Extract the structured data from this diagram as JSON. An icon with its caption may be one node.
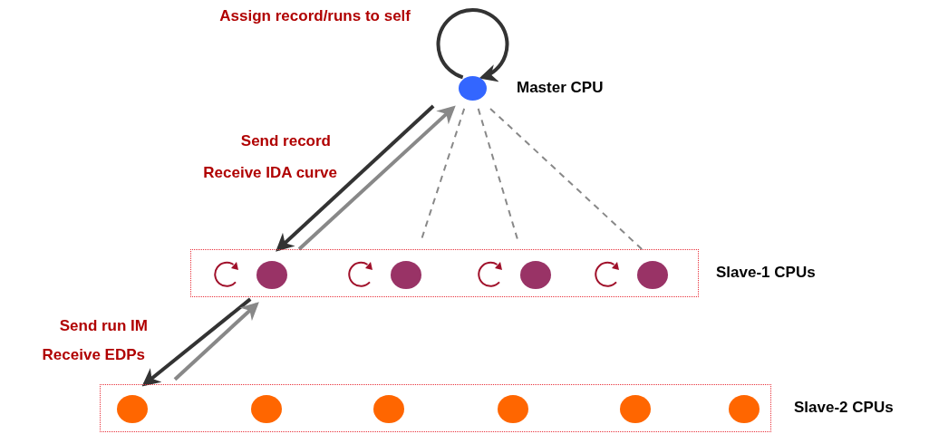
{
  "diagram": {
    "nodes": [
      {
        "text": [],
        "shape": "circle",
        "beside": [
          "Master CPU"
        ]
      },
      {
        "text": [],
        "shape": "box",
        "beside": [
          "Slave-1 CPUs"
        ]
      },
      {
        "text": [],
        "shape": "circle",
        "in": 1
      },
      {
        "text": [],
        "shape": "circle",
        "in": 1
      },
      {
        "text": [],
        "shape": "circle",
        "in": 1
      },
      {
        "text": [],
        "shape": "circle",
        "in": 1
      },
      {
        "text": [],
        "shape": "box",
        "beside": [
          "Slave-2 CPUs"
        ]
      },
      {
        "text": [],
        "shape": "circle",
        "in": 6
      },
      {
        "text": [],
        "shape": "circle",
        "in": 6
      },
      {
        "text": [],
        "shape": "circle",
        "in": 6
      },
      {
        "text": [],
        "shape": "circle",
        "in": 6
      },
      {
        "text": [],
        "shape": "circle",
        "in": 6
      },
      {
        "text": [],
        "shape": "circle",
        "in": 6
      }
    ],
    "edges": [
      {
        "from": 0,
        "to": 0,
        "arrow": "to",
        "label": "Assign record/runs to self",
        "color": "#333333"
      },
      {
        "from": 0,
        "to": 1,
        "arrow": "to",
        "label": "Send record",
        "color": "#333333"
      },
      {
        "from": 1,
        "to": 0,
        "arrow": "to",
        "label": "Receive IDA curve",
        "color": "#888888"
      },
      {
        "from": 0,
        "to": 1,
        "arrow": "none",
        "style": "dashed",
        "color": "#888888"
      },
      {
        "from": 0,
        "to": 1,
        "arrow": "none",
        "style": "dashed",
        "color": "#888888"
      },
      {
        "from": 0,
        "to": 1,
        "arrow": "none",
        "style": "dashed",
        "color": "#888888"
      },
      {
        "from": 1,
        "to": 6,
        "arrow": "to",
        "label": "Send run IM",
        "color": "#333333"
      },
      {
        "from": 6,
        "to": 1,
        "arrow": "to",
        "label": "Receive EDPs",
        "color": "#888888"
      }
    ]
  }
}
